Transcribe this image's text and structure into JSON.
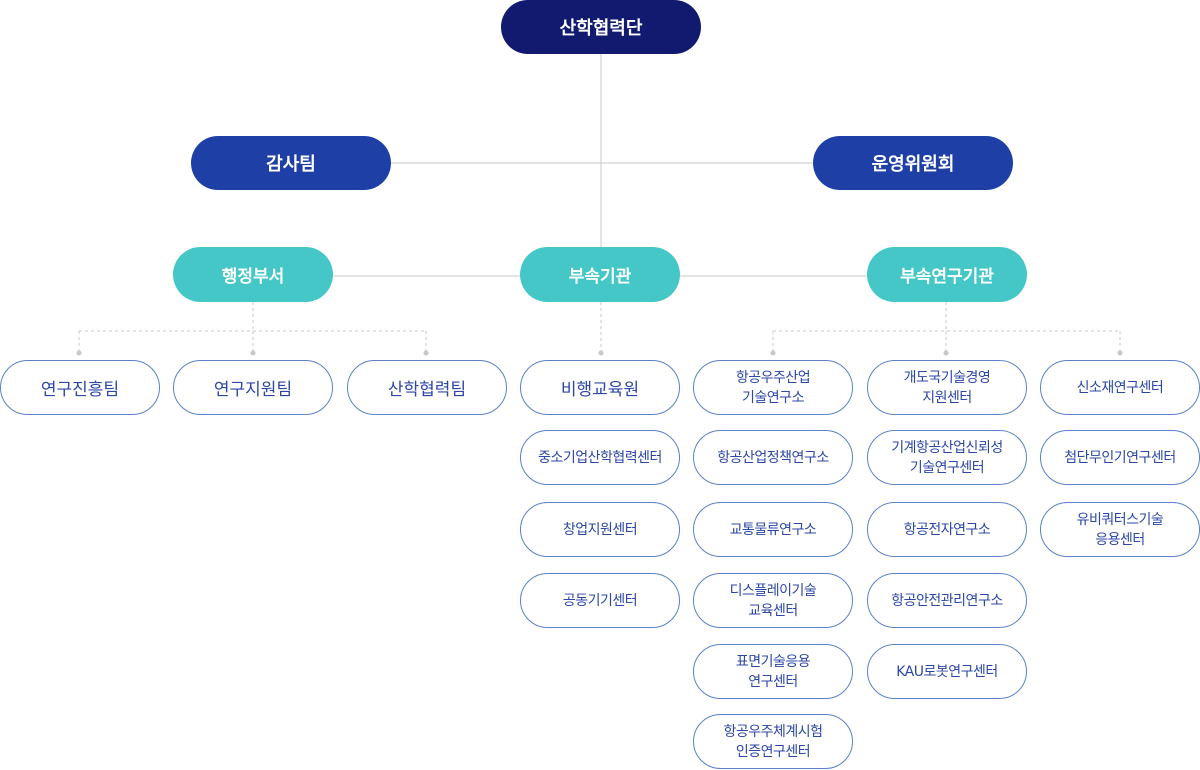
{
  "top": "산학협력단",
  "left_mid": "감사팀",
  "right_mid": "운영위원회",
  "groups": {
    "admin": "행정부서",
    "affiliated": "부속기관",
    "research": "부속연구기관"
  },
  "admin_items": [
    "연구진흥팀",
    "연구지원팀",
    "산학협력팀"
  ],
  "affiliated_items": [
    "비행교육원",
    "중소기업산학협력센터",
    "창업지원센터",
    "공동기기센터"
  ],
  "research_col1": [
    "항공우주산업\n기술연구소",
    "항공산업정책연구소",
    "교통물류연구소",
    "디스플레이기술\n교육센터",
    "표면기술응용\n연구센터",
    "항공우주체계시험\n인증연구센터"
  ],
  "research_col2": [
    "개도국기술경영\n지원센터",
    "기계항공산업신뢰성\n기술연구센터",
    "항공전자연구소",
    "항공안전관리연구소",
    "KAU로봇연구센터"
  ],
  "research_col3": [
    "신소재연구센터",
    "첨단무인기연구센터",
    "유비쿼터스기술\n응용센터"
  ],
  "colors": {
    "top": "#111a6e",
    "mid": "#1e40a6",
    "group": "#45c7c7",
    "node_border": "#5b82c9",
    "node_text": "#2c47a6",
    "line": "#c8c8c8"
  }
}
